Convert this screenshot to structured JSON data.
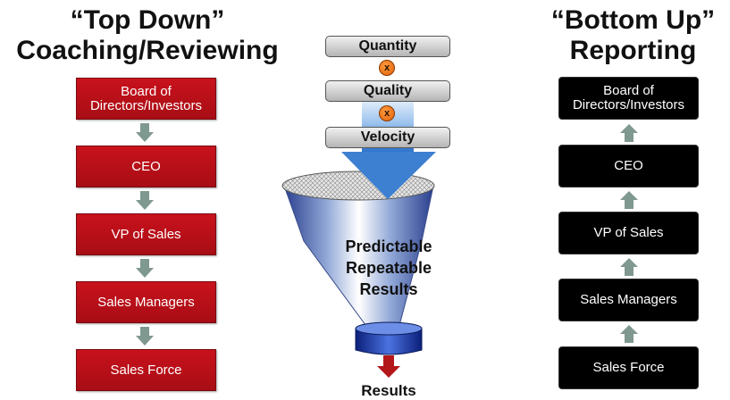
{
  "left": {
    "title_line1": "“Top Down”",
    "title_line2": "Coaching/Reviewing",
    "boxes": [
      "Board of Directors/Investors",
      "CEO",
      "VP of Sales",
      "Sales Managers",
      "Sales Force"
    ]
  },
  "right": {
    "title_line1": "“Bottom Up”",
    "title_line2": "Reporting",
    "boxes": [
      "Board of Directors/Investors",
      "CEO",
      "VP of Sales",
      "Sales Managers",
      "Sales Force"
    ]
  },
  "center": {
    "inputs": [
      "Quantity",
      "Quality",
      "Velocity"
    ],
    "operator_symbol": "x",
    "funnel_lines": [
      "Predictable",
      "Repeatable",
      "Results"
    ],
    "output_label": "Results"
  },
  "colors": {
    "top_down_box": "#b80f18",
    "bottom_up_box": "#000000",
    "connector_arrow": "#7f9890",
    "main_arrow": "#3d7fd1",
    "operator": "#f07a14"
  }
}
